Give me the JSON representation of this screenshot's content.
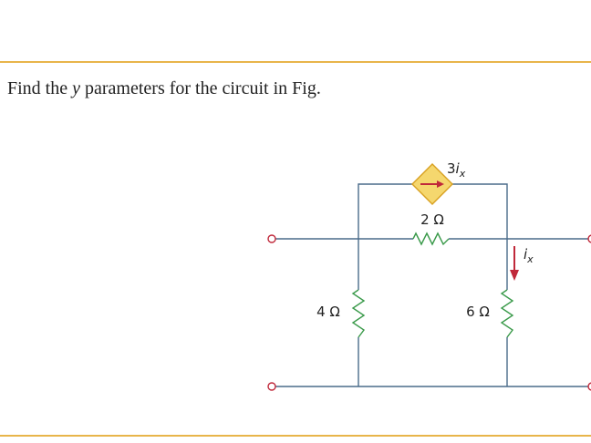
{
  "problem": {
    "prefix": "Find the ",
    "variable": "y",
    "suffix": " parameters for the circuit in Fig."
  },
  "circuit": {
    "source_label": {
      "coef": "3",
      "var": "i",
      "sub": "x"
    },
    "r_top": "2 Ω",
    "r_left": "4 Ω",
    "r_right": "6 Ω",
    "current_label": {
      "var": "i",
      "sub": "x"
    }
  },
  "colors": {
    "rule": "#e8b54a",
    "wire": "#4a6b8a",
    "resistor": "#3a9a4a",
    "source_fill": "#f5d76e",
    "source_stroke": "#d8a020",
    "arrow": "#c0283a",
    "terminal": "#c0283a"
  }
}
